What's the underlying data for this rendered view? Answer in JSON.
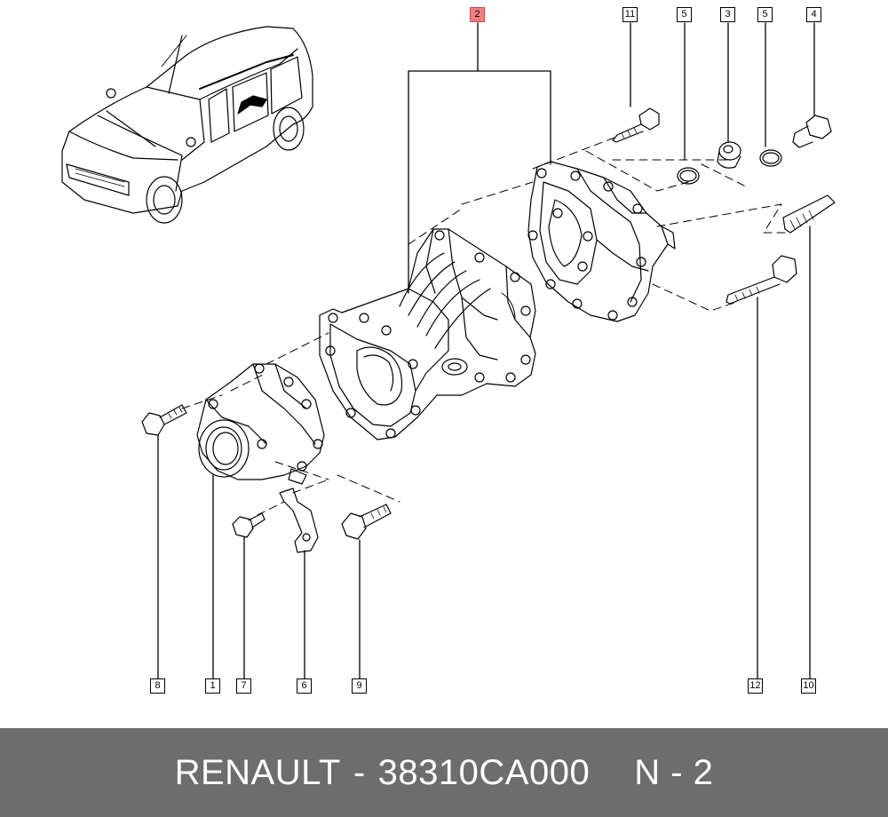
{
  "footer": {
    "brand": "RENAULT",
    "separator": "-",
    "part_number": "38310CA000",
    "page_label": "N - 2"
  },
  "callouts": {
    "c1": "1",
    "c2": "2",
    "c3": "3",
    "c4": "4",
    "c5a": "5",
    "c5b": "5",
    "c6": "6",
    "c7": "7",
    "c8": "8",
    "c9": "9",
    "c10": "10",
    "c11": "11",
    "c12": "12"
  },
  "colors": {
    "highlight": "#f08080",
    "footer_bg": "#6d6d6d",
    "footer_text": "#ffffff",
    "line": "#000000"
  }
}
